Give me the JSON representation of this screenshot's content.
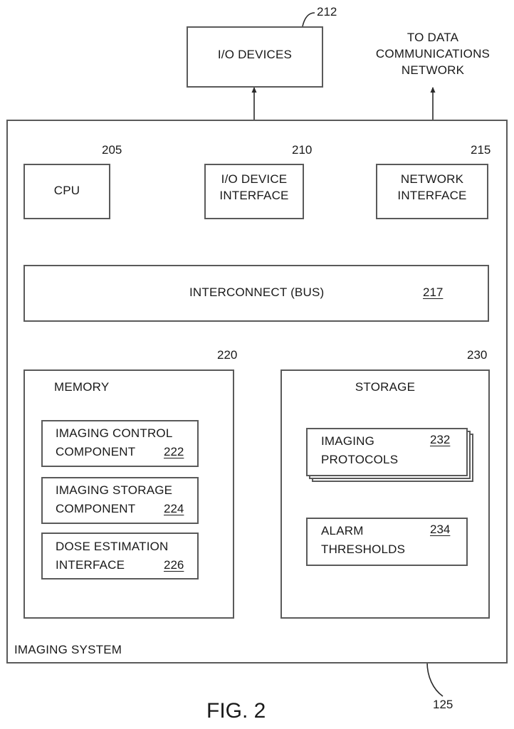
{
  "figure": {
    "caption": "FIG. 2",
    "system_label": "IMAGING SYSTEM",
    "system_ref": "125"
  },
  "external": {
    "io_devices": {
      "label": "I/O DEVICES",
      "ref": "212"
    },
    "network_note": [
      "TO DATA",
      "COMMUNICATIONS",
      "NETWORK"
    ]
  },
  "blocks": {
    "cpu": {
      "label": "CPU",
      "ref": "205"
    },
    "io_interface": {
      "label": [
        "I/O DEVICE",
        "INTERFACE"
      ],
      "ref": "210"
    },
    "network_interface": {
      "label": [
        "NETWORK",
        "INTERFACE"
      ],
      "ref": "215"
    },
    "interconnect": {
      "label": "INTERCONNECT (BUS)",
      "ref": "217"
    }
  },
  "memory": {
    "label": "MEMORY",
    "ref": "220",
    "components": [
      {
        "line1": "IMAGING CONTROL",
        "line2": "COMPONENT",
        "ref": "222"
      },
      {
        "line1": "IMAGING STORAGE",
        "line2": "COMPONENT",
        "ref": "224"
      },
      {
        "line1": "DOSE ESTIMATION",
        "line2": "INTERFACE",
        "ref": "226"
      }
    ]
  },
  "storage": {
    "label": "STORAGE",
    "ref": "230",
    "items": [
      {
        "line1": "IMAGING",
        "line2": "PROTOCOLS",
        "ref": "232"
      },
      {
        "line1": "ALARM",
        "line2": "THRESHOLDS",
        "ref": "234"
      }
    ]
  }
}
